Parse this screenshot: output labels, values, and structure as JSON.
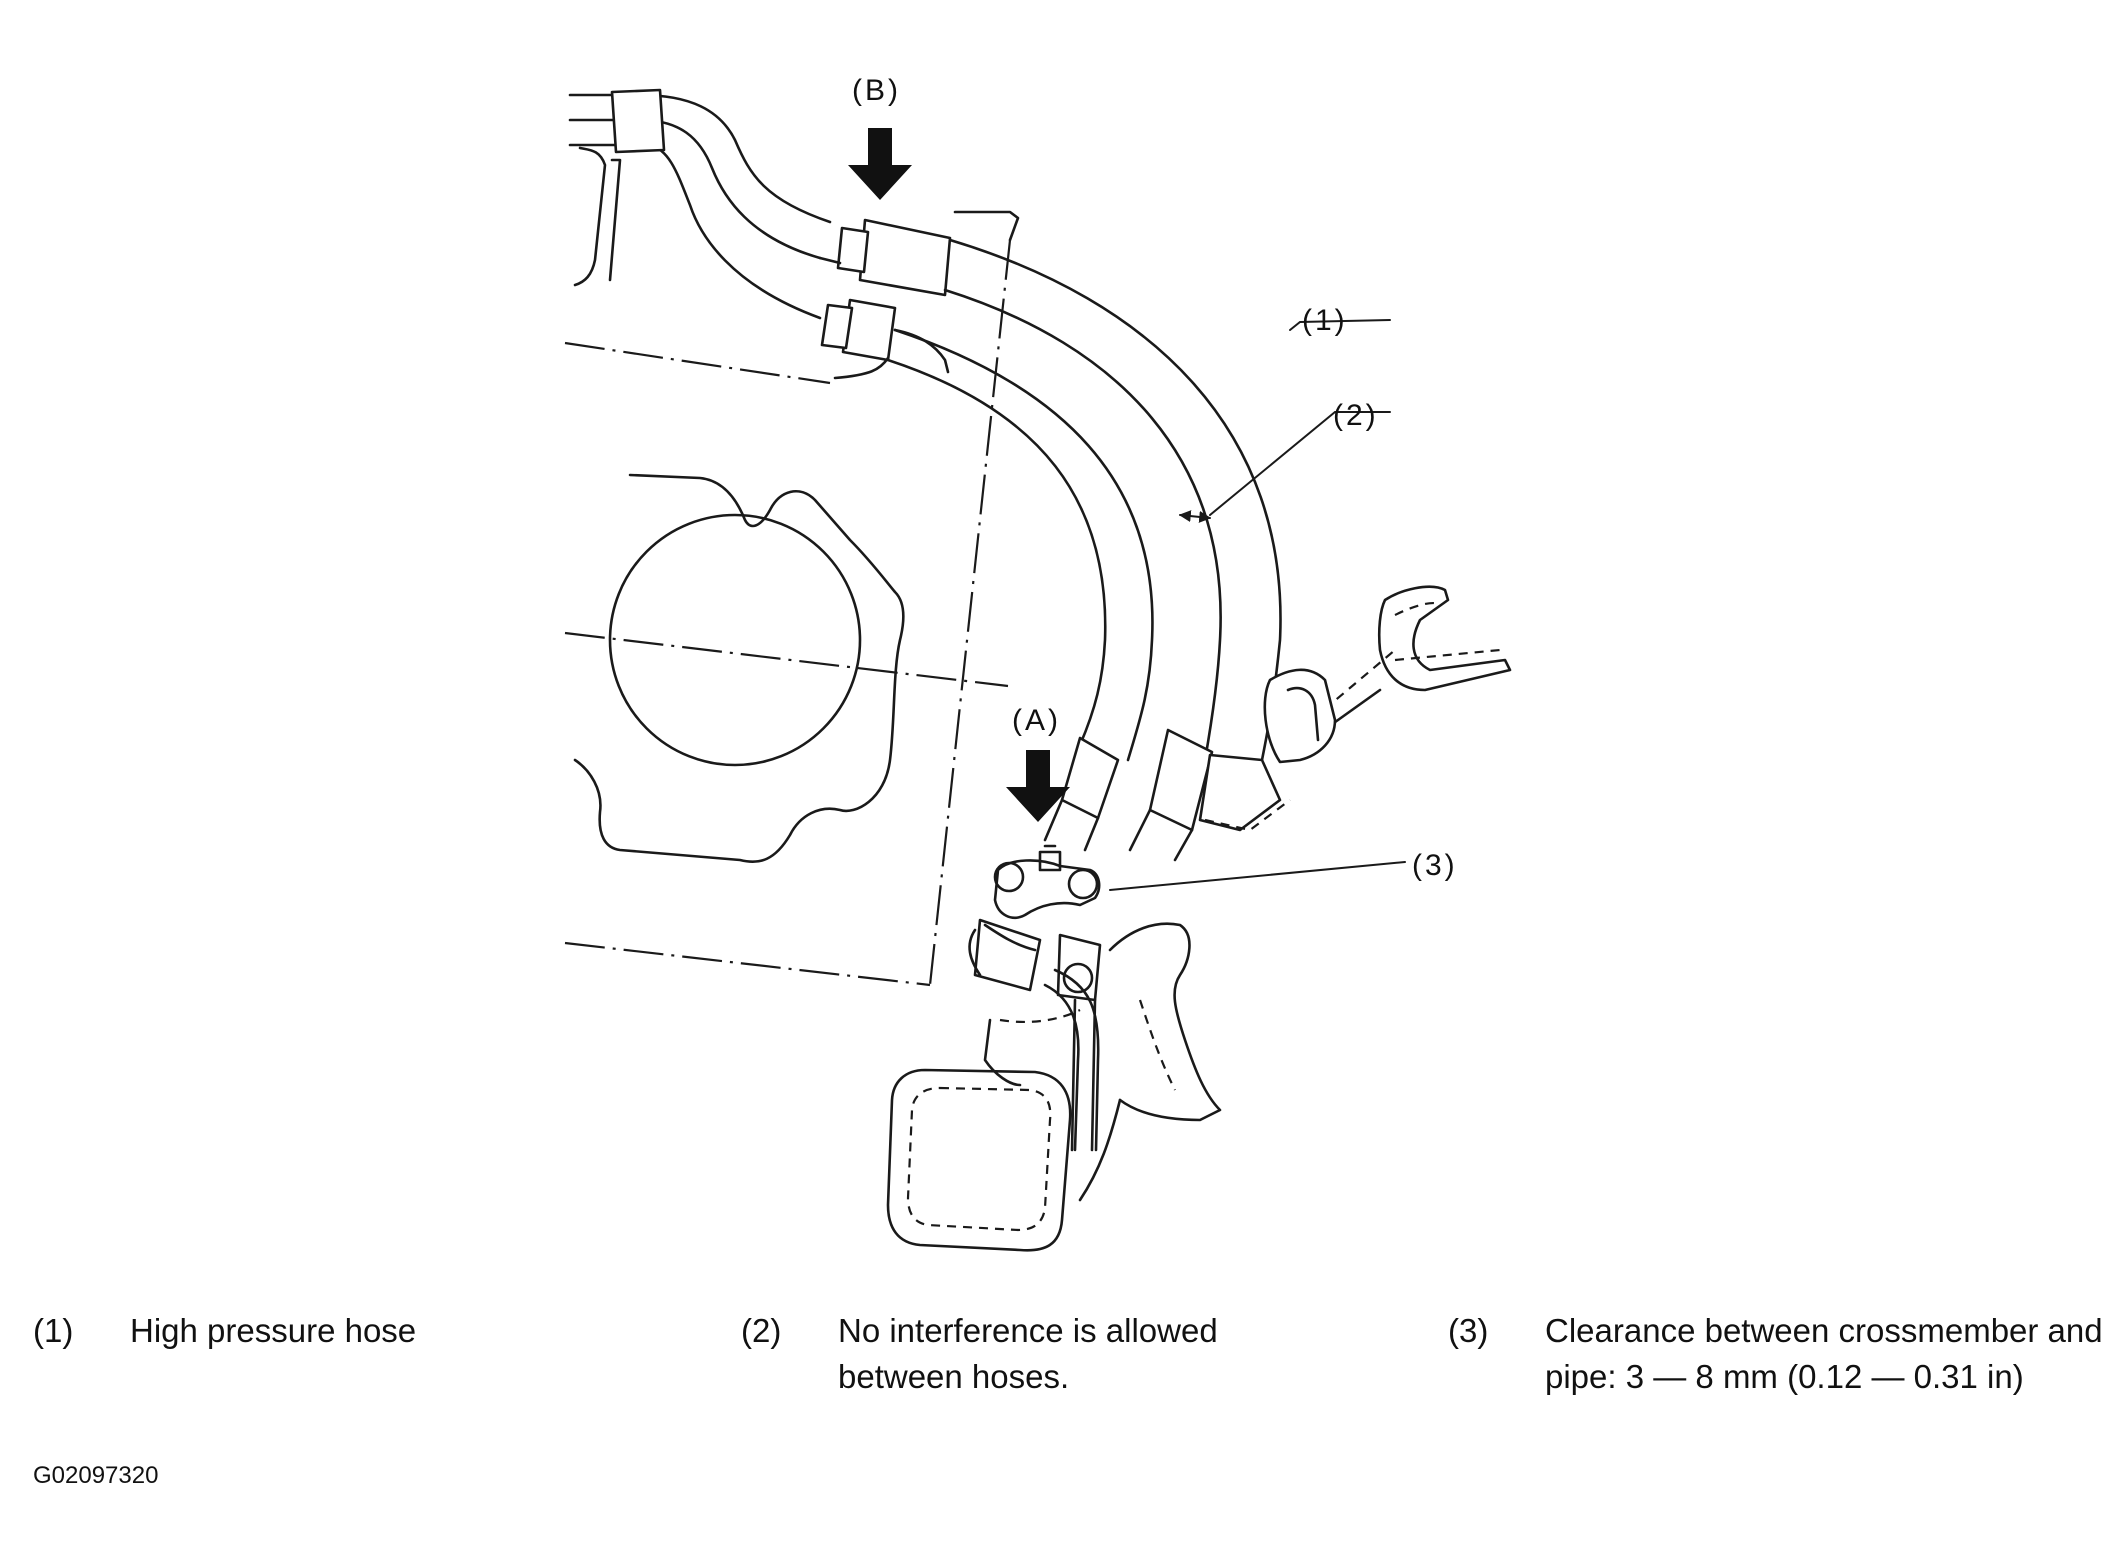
{
  "callouts": {
    "b": "(B)",
    "a": "(A)",
    "one": "(1)",
    "two": "(2)",
    "three": "(3)"
  },
  "legend": [
    {
      "num": "(1)",
      "text": "High pressure hose"
    },
    {
      "num": "(2)",
      "text": "No interference is allowed between hoses."
    },
    {
      "num": "(3)",
      "text": "Clearance between crossmember and pipe: 3 — 8 mm (0.12 — 0.31 in)"
    }
  ],
  "figure_code": "G02097320"
}
